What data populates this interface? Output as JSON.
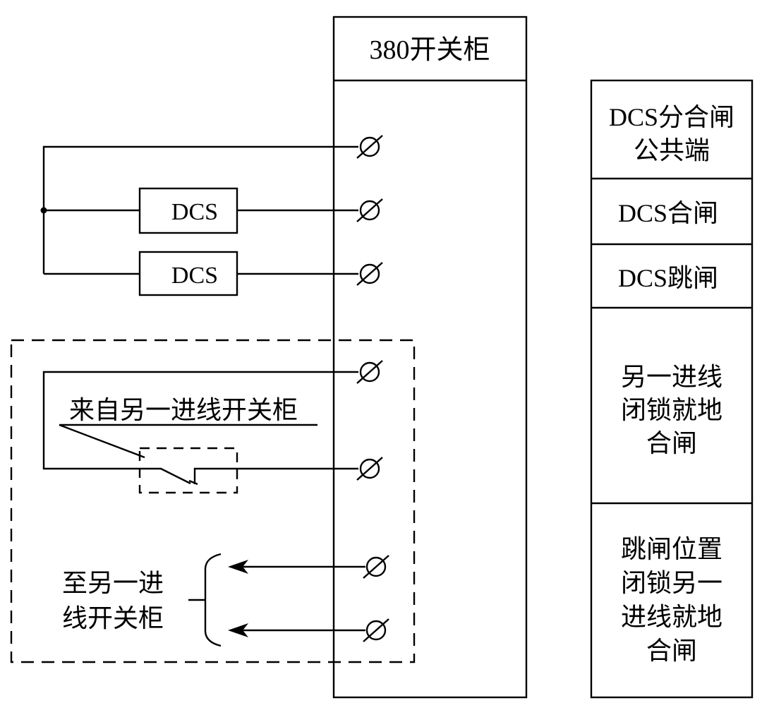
{
  "cabinet": {
    "title": "380开关柜"
  },
  "dcs_blocks": [
    {
      "label": "DCS"
    },
    {
      "label": "DCS"
    }
  ],
  "labels": {
    "from_other_incoming": "来自另一进线开关柜",
    "to_other_incoming_line1": "至另一进",
    "to_other_incoming_line2": "线开关柜"
  },
  "function_table": {
    "cells": [
      {
        "lines": [
          "DCS分合闸",
          "公共端"
        ]
      },
      {
        "lines": [
          "DCS合闸"
        ]
      },
      {
        "lines": [
          "DCS跳闸"
        ]
      },
      {
        "lines": [
          "另一进线",
          "闭锁就地",
          "合闸"
        ]
      },
      {
        "lines": [
          "跳闸位置",
          "闭锁另一",
          "进线就地",
          "合闸"
        ]
      }
    ]
  },
  "terminals": [
    {
      "name": "dcs-common",
      "symbol": "terminal-icon"
    },
    {
      "name": "dcs-close",
      "symbol": "terminal-icon"
    },
    {
      "name": "dcs-trip",
      "symbol": "terminal-icon"
    },
    {
      "name": "interlock-in-1",
      "symbol": "terminal-icon"
    },
    {
      "name": "interlock-in-2",
      "symbol": "terminal-icon"
    },
    {
      "name": "interlock-out-1",
      "symbol": "terminal-icon"
    },
    {
      "name": "interlock-out-2",
      "symbol": "terminal-icon"
    }
  ]
}
